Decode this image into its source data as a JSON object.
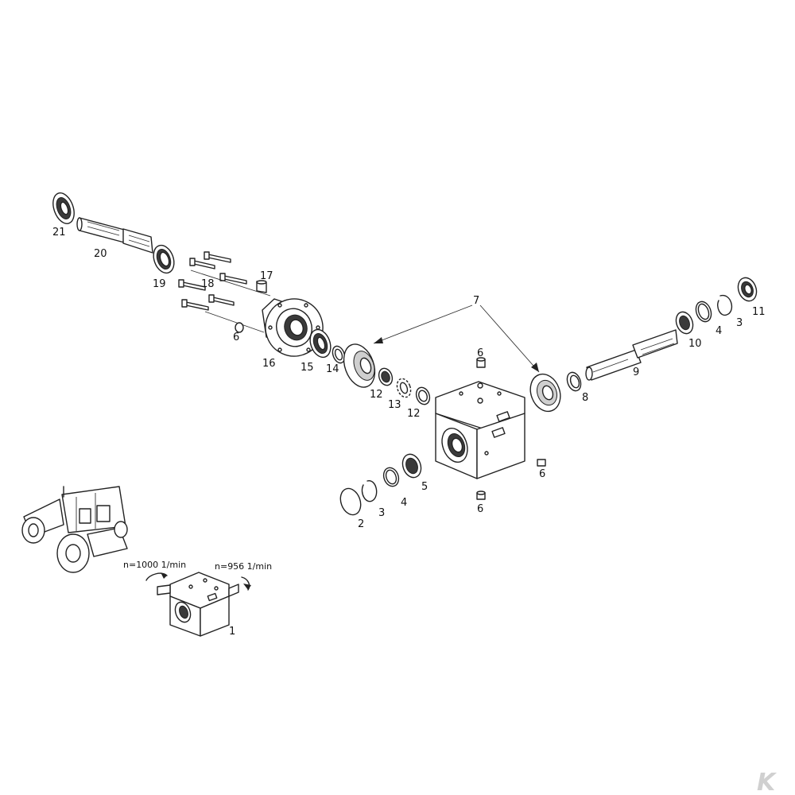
{
  "labels": {
    "p1": "1",
    "p2": "2",
    "p3a": "3",
    "p3b": "3",
    "p4a": "4",
    "p4b": "4",
    "p5": "5",
    "p6a": "6",
    "p6b": "6",
    "p6c": "6",
    "p6d": "6",
    "p7": "7",
    "p8": "8",
    "p9": "9",
    "p10": "10",
    "p11": "11",
    "p12a": "12",
    "p12b": "12",
    "p13": "13",
    "p14": "14",
    "p15": "15",
    "p16": "16",
    "p17": "17",
    "p18": "18",
    "p19": "19",
    "p20": "20",
    "p21": "21"
  },
  "speeds": {
    "input": "n=1000 1/min",
    "output": "n=956 1/min"
  },
  "watermark": "K",
  "colors": {
    "line": "#222222",
    "background": "#ffffff",
    "watermark": "#d0d0d0"
  }
}
